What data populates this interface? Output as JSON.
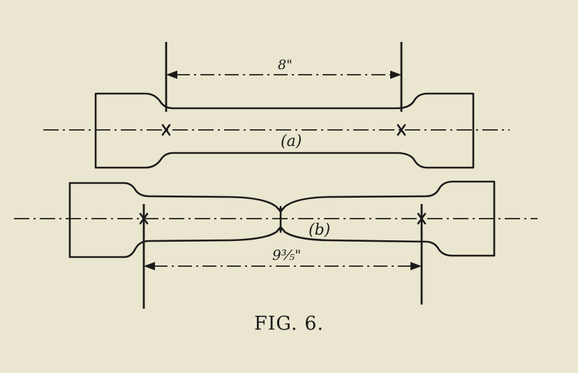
{
  "figure": {
    "dim_a": "8\"",
    "dim_b": "9⅗\"",
    "label_a": "(a)",
    "label_b": "(b)",
    "caption": "FIG. 6."
  }
}
